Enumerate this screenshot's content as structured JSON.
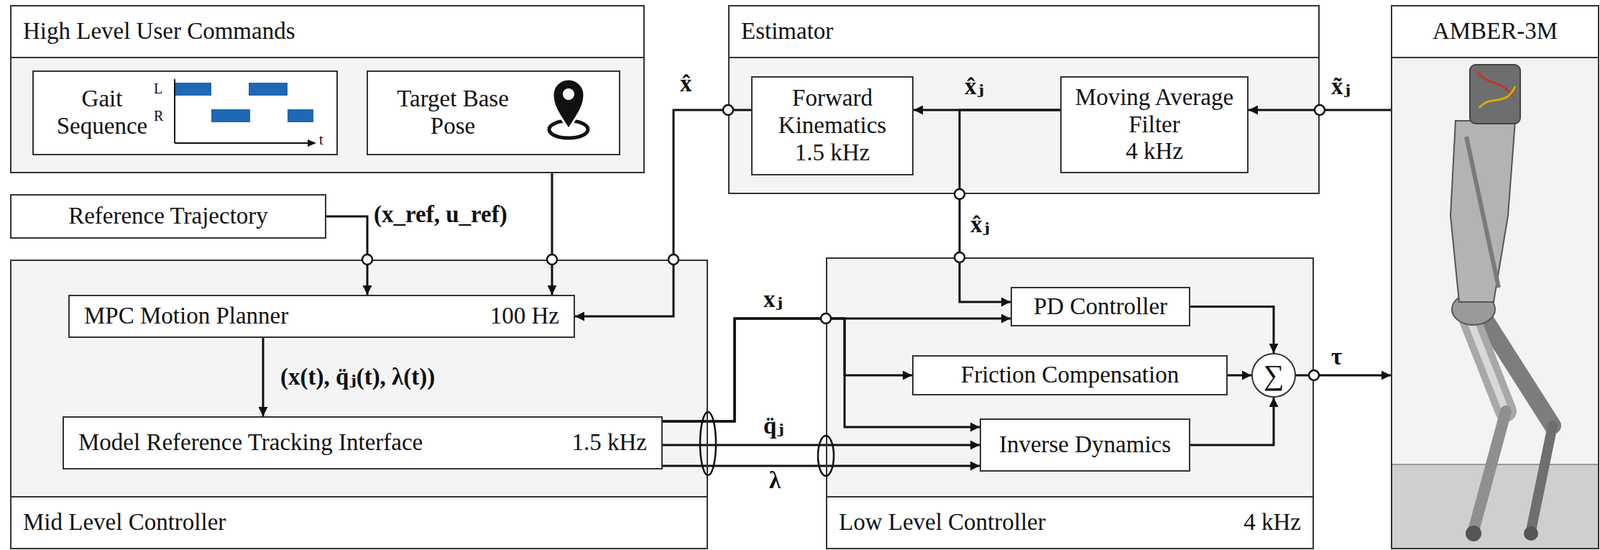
{
  "diagram": {
    "nodes": [
      {
        "text": [
          "High Level User Commands"
        ]
      },
      {
        "text": [
          "Gait Sequence"
        ],
        "in": 0
      },
      {
        "text": [
          "Target Base Pose"
        ],
        "in": 0
      },
      {
        "text": [
          "Reference Trajectory"
        ]
      },
      {
        "text": [
          "Mid Level Controller"
        ]
      },
      {
        "text": [
          "MPC Motion Planner",
          "100 Hz"
        ],
        "in": 4
      },
      {
        "text": [
          "Model Reference Tracking Interface",
          "1.5 kHz"
        ],
        "in": 4
      },
      {
        "text": [
          "Estimator"
        ]
      },
      {
        "text": [
          "Forward Kinematics",
          "1.5 kHz"
        ],
        "in": 7
      },
      {
        "text": [
          "Moving Average Filter",
          "4 kHz"
        ],
        "in": 7
      },
      {
        "text": [
          "Low Level Controller",
          "4 kHz"
        ]
      },
      {
        "text": [
          "PD Controller"
        ],
        "in": 10
      },
      {
        "text": [
          "Friction Compensation"
        ],
        "in": 10
      },
      {
        "text": [
          "Inverse Dynamics"
        ],
        "in": 10
      },
      {
        "text": [
          "∑"
        ],
        "in": 10
      },
      {
        "text": [
          "AMBER-3M"
        ]
      }
    ],
    "edges": [
      {
        "from": 3,
        "to": 5,
        "label": "(x_ref, u_ref)",
        "arrow": "to"
      },
      {
        "from": 0,
        "to": 5,
        "arrow": "to"
      },
      {
        "from": 8,
        "to": 5,
        "label": "x̂",
        "arrow": "to"
      },
      {
        "from": 5,
        "to": 6,
        "label": "(x(t), q̈ⱼ(t), λ(t))",
        "arrow": "to"
      },
      {
        "from": 9,
        "to": 8,
        "label": "x̂ⱼ",
        "arrow": "to"
      },
      {
        "from": 9,
        "to": 11,
        "label": "x̂ⱼ",
        "arrow": "to"
      },
      {
        "from": 15,
        "to": 9,
        "label": "x̃ⱼ",
        "arrow": "to"
      },
      {
        "from": 6,
        "to": 11,
        "label": "xⱼ",
        "arrow": "to"
      },
      {
        "from": 6,
        "to": 12,
        "arrow": "to"
      },
      {
        "from": 6,
        "to": 13,
        "arrow": "to"
      },
      {
        "from": 6,
        "to": 13,
        "label": "q̈ⱼ",
        "arrow": "to"
      },
      {
        "from": 6,
        "to": 13,
        "label": "λ",
        "arrow": "to"
      },
      {
        "from": 11,
        "to": 14,
        "arrow": "to"
      },
      {
        "from": 12,
        "to": 14,
        "arrow": "to"
      },
      {
        "from": 13,
        "to": 14,
        "arrow": "to"
      },
      {
        "from": 14,
        "to": 15,
        "label": "τ",
        "arrow": "to"
      }
    ],
    "labels": [
      "L",
      "R",
      "t"
    ]
  }
}
